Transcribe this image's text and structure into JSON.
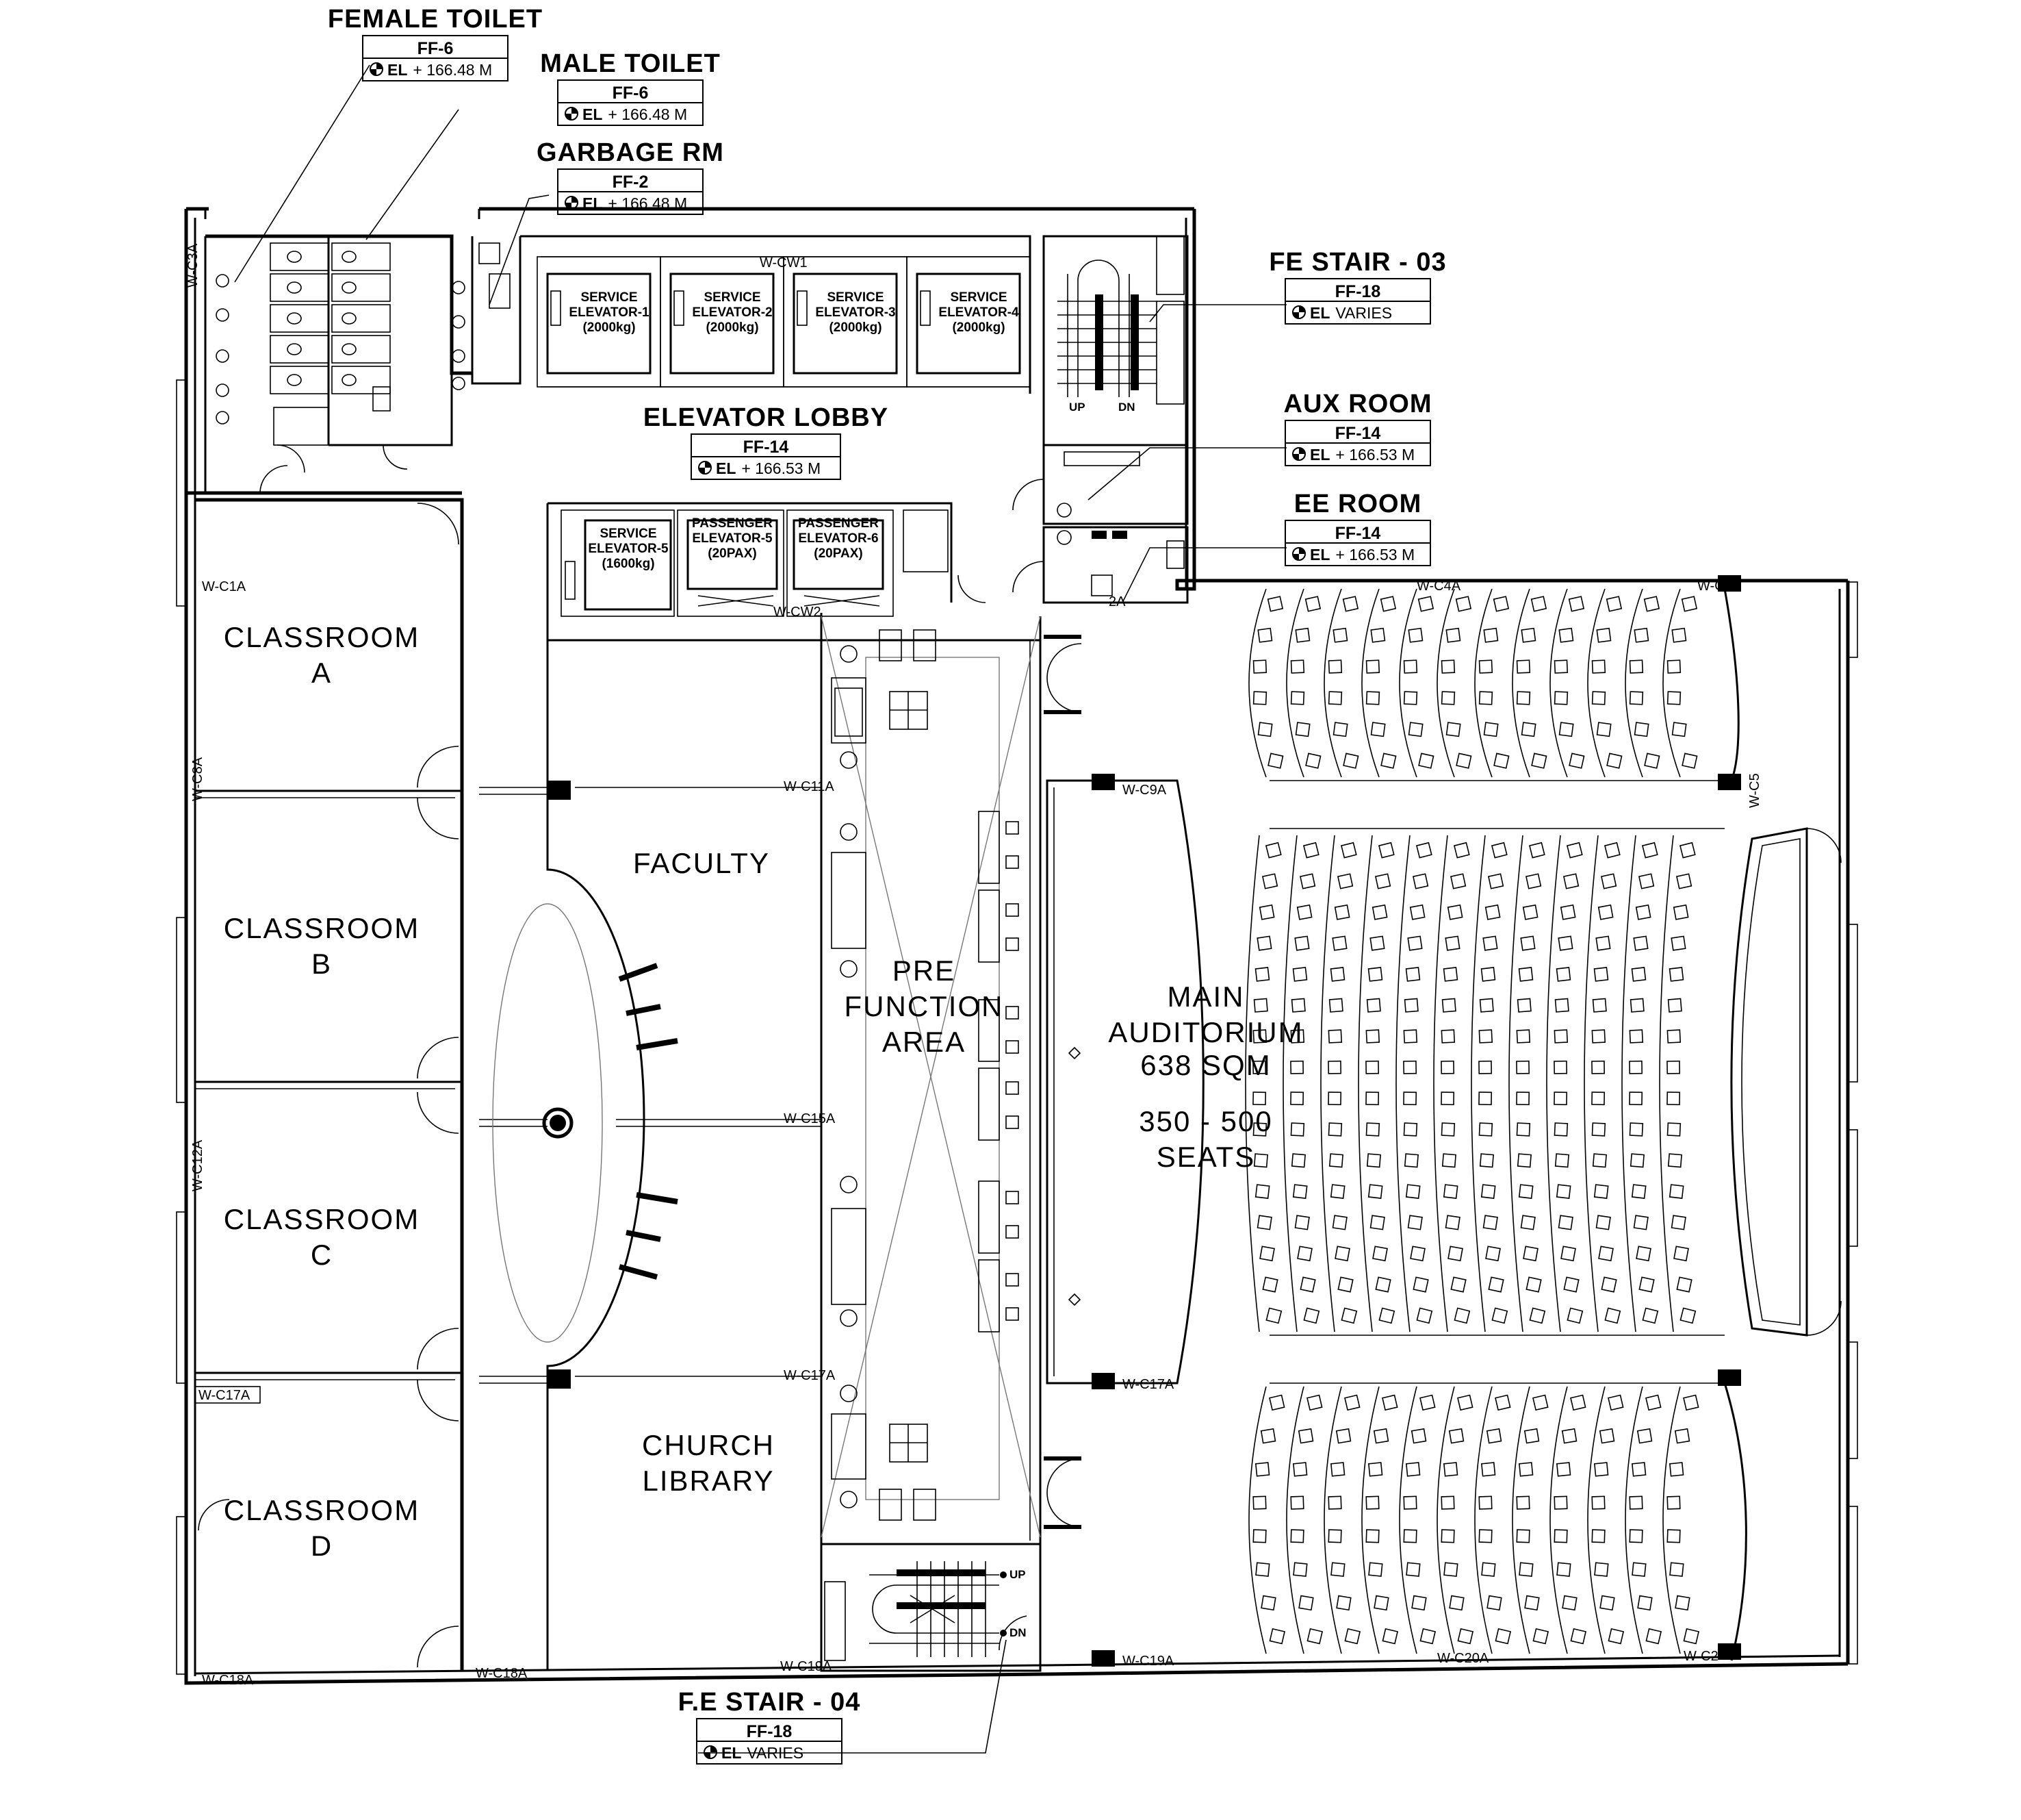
{
  "callouts": [
    {
      "id": "female-toilet",
      "title": "FEMALE TOILET",
      "code": "FF-6",
      "el_label": "EL",
      "el_value": "+ 166.48  M"
    },
    {
      "id": "male-toilet",
      "title": "MALE TOILET",
      "code": "FF-6",
      "el_label": "EL",
      "el_value": "+ 166.48  M"
    },
    {
      "id": "garbage-rm",
      "title": "GARBAGE RM",
      "code": "FF-2",
      "el_label": "EL",
      "el_value": "+ 166.48  M"
    },
    {
      "id": "elevator-lobby",
      "title": "ELEVATOR LOBBY",
      "code": "FF-14",
      "el_label": "EL",
      "el_value": "+ 166.53  M"
    },
    {
      "id": "fe-stair-03",
      "title": "FE STAIR - 03",
      "code": "FF-18",
      "el_label": "EL",
      "el_value": "VARIES"
    },
    {
      "id": "aux-room",
      "title": "AUX ROOM",
      "code": "FF-14",
      "el_label": "EL",
      "el_value": "+ 166.53  M"
    },
    {
      "id": "ee-room",
      "title": "EE ROOM",
      "code": "FF-14",
      "el_label": "EL",
      "el_value": "+ 166.53  M"
    },
    {
      "id": "fe-stair-04",
      "title": "F.E STAIR - 04",
      "code": "FF-18",
      "el_label": "EL",
      "el_value": "VARIES"
    }
  ],
  "rooms": {
    "classroom_a": [
      "CLASSROOM",
      "A"
    ],
    "classroom_b": [
      "CLASSROOM",
      "B"
    ],
    "classroom_c": [
      "CLASSROOM",
      "C"
    ],
    "classroom_d": [
      "CLASSROOM",
      "D"
    ],
    "faculty": [
      "FACULTY"
    ],
    "church_library": [
      "CHURCH",
      "LIBRARY"
    ],
    "pre_function": [
      "PRE",
      "FUNCTION",
      "AREA"
    ],
    "auditorium": [
      "MAIN",
      "AUDITORIUM",
      "638 SQM"
    ],
    "seats": [
      "350 - 500",
      "SEATS"
    ]
  },
  "elevators": [
    {
      "name": "service-elevator-1",
      "lines": [
        "SERVICE",
        "ELEVATOR-1",
        "(2000kg)"
      ]
    },
    {
      "name": "service-elevator-2",
      "lines": [
        "SERVICE",
        "ELEVATOR-2",
        "(2000kg)"
      ]
    },
    {
      "name": "service-elevator-3",
      "lines": [
        "SERVICE",
        "ELEVATOR-3",
        "(2000kg)"
      ]
    },
    {
      "name": "service-elevator-4",
      "lines": [
        "SERVICE",
        "ELEVATOR-4",
        "(2000kg)"
      ]
    },
    {
      "name": "service-elevator-5",
      "lines": [
        "SERVICE",
        "ELEVATOR-5",
        "(1600kg)"
      ]
    },
    {
      "name": "passenger-elevator-5",
      "lines": [
        "PASSENGER",
        "ELEVATOR-5",
        "(20PAX)"
      ]
    },
    {
      "name": "passenger-elevator-6",
      "lines": [
        "PASSENGER",
        "ELEVATOR-6",
        "(20PAX)"
      ]
    }
  ],
  "wall_tags": {
    "cw1": "W-CW1",
    "cw2": "W-CW2",
    "c1a": "W-C1A",
    "c3a": "W-C3A",
    "c4a": "W-C4A",
    "c8a": "W-C8A",
    "c9a": "W-C9A",
    "c11a": "W-C11A",
    "c12a": "W-C12A",
    "c15a": "W-C15A",
    "c17a_left": "W-C17A",
    "c17a_mid": "W-C17A",
    "c17a_right": "W-C17A",
    "c18a_left": "W-C18A",
    "c18a_mid": "W-C18A",
    "c19a_mid": "W-C19A",
    "c19a_right": "W-C19A",
    "c20a": "W-C20A",
    "c2x": "W-C2",
    "c5x": "W-C5",
    "c22a": "W-C2",
    "c12": "2A"
  },
  "stairs": {
    "up": "UP",
    "dn": "DN"
  }
}
